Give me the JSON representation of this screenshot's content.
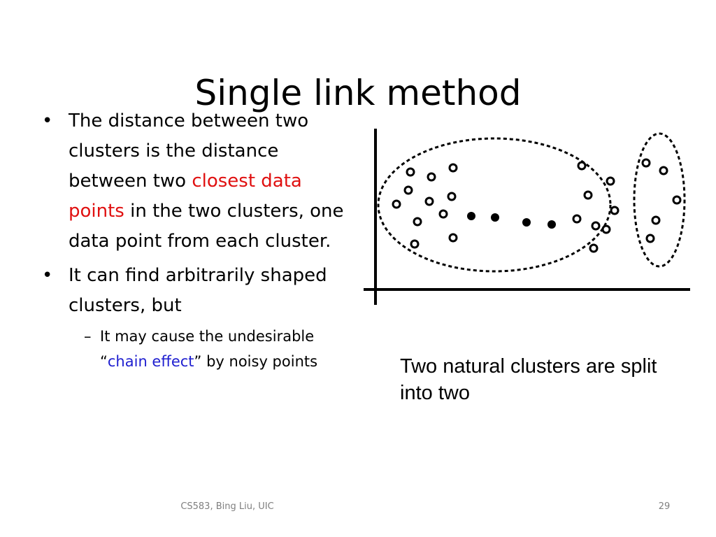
{
  "slide": {
    "title": "Single link method",
    "bullets": [
      {
        "marker": "•",
        "parts": [
          {
            "text": "The distance between two clusters is the distance between two ",
            "color": ""
          },
          {
            "text": "closest data points",
            "color": "#e01010"
          },
          {
            "text": " in the two clusters, one data point from each cluster.",
            "color": ""
          }
        ]
      },
      {
        "marker": "•",
        "parts": [
          {
            "text": "It can find arbitrarily shaped clusters, but",
            "color": ""
          }
        ],
        "sub": [
          {
            "marker": "–",
            "parts": [
              {
                "text": "It may cause the undesirable “",
                "color": ""
              },
              {
                "text": "chain effect",
                "color": "#2020d0"
              },
              {
                "text": "” by noisy points",
                "color": ""
              }
            ]
          }
        ]
      }
    ],
    "caption": "Two natural clusters are split into two",
    "footer": "CS583, Bing Liu, UIC",
    "page_number": "29"
  }
}
